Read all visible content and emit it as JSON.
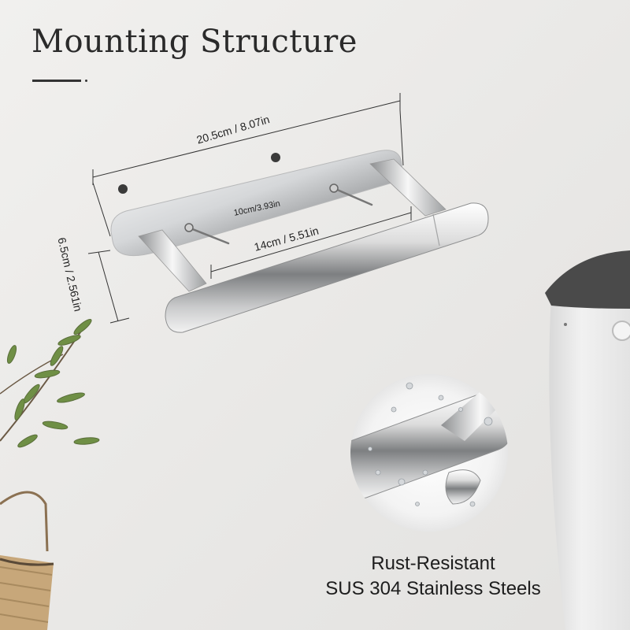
{
  "title": "Mounting Structure",
  "dimensions": {
    "width": "20.5cm / 8.07in",
    "screw_spacing": "10cm/3.93in",
    "bar_length": "14cm / 5.51in",
    "height": "6.5cm / 2.561in"
  },
  "caption": {
    "line1": "Rust-Resistant",
    "line2": "SUS 304 Stainless Steels"
  },
  "colors": {
    "wall": "#ecebe9",
    "text": "#222222",
    "chrome_light": "#f4f4f4",
    "chrome_dark": "#8a8a8a",
    "toilet": "#e8e8e8",
    "toilet_lid": "#4a4a4a",
    "plant_leaf": "#6f8f45",
    "basket": "#c7a77a"
  },
  "icons": [
    "screw-icon",
    "plant-decor",
    "basket-decor",
    "toilet-decor",
    "water-drop-icon"
  ]
}
